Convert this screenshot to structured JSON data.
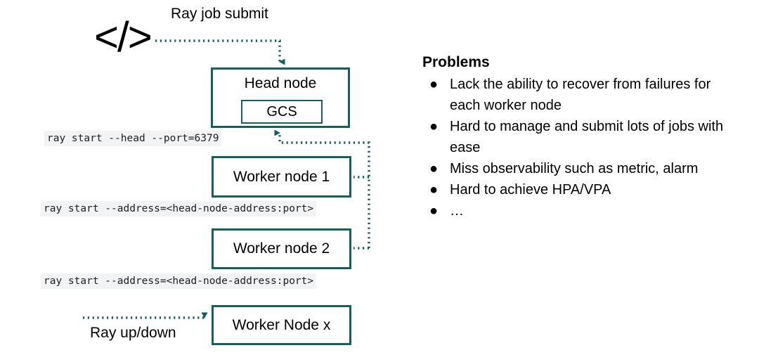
{
  "diagram": {
    "code_glyph": "</>",
    "code_glyph_name": "code-brackets-icon",
    "edges": {
      "ray_job_submit_label": "Ray job submit",
      "ray_updown_label": "Ray up/down"
    },
    "nodes": {
      "head": "Head node",
      "gcs": "GCS",
      "worker1": "Worker node 1",
      "worker2": "Worker node 2",
      "workerx": "Worker Node x"
    },
    "commands": {
      "head_start": "ray start --head --port=6379",
      "worker1_start": "ray start --address=<head-node-address:port>",
      "worker2_start": "ray start --address=<head-node-address:port>"
    },
    "colors": {
      "node_border": "#16605c",
      "wire": "#16605c",
      "code_background": "#f1f3f4",
      "text": "#000000"
    }
  },
  "problems": {
    "title": "Problems",
    "bullet_glyph": "●",
    "items": [
      "Lack the ability to recover from failures for each worker node",
      "Hard to manage and submit lots of jobs with ease",
      "Miss observability such as metric, alarm",
      "Hard to achieve HPA/VPA",
      "…"
    ]
  }
}
